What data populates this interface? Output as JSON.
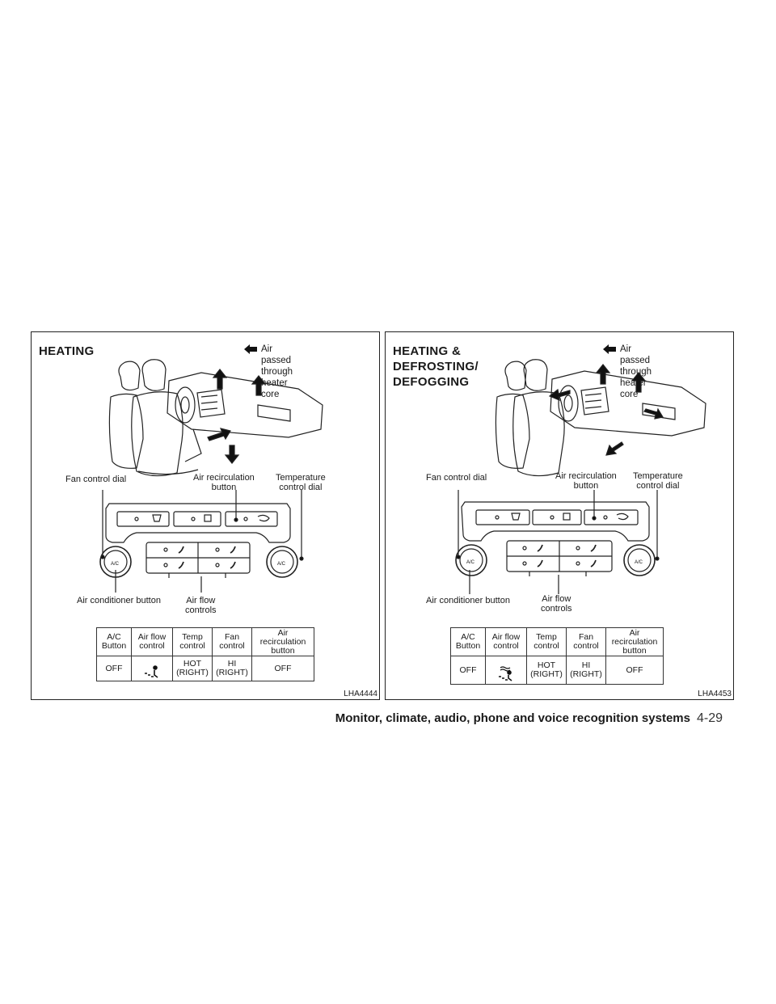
{
  "panels": [
    {
      "title": "HEATING",
      "legend": "Air passed through\nheater core",
      "labels": {
        "fan_dial": "Fan control dial",
        "air_recirc": "Air recirculation\nbutton",
        "temp_dial": "Temperature\ncontrol dial",
        "ac_button": "Air conditioner button",
        "air_flow": "Air flow\ncontrols"
      },
      "table": {
        "headers": [
          "A/C\nButton",
          "Air flow\ncontrol",
          "Temp\ncontrol",
          "Fan\ncontrol",
          "Air\nrecirculation\nbutton"
        ],
        "row": [
          "OFF",
          "",
          "HOT\n(RIGHT)",
          "HI\n(RIGHT)",
          "OFF"
        ],
        "row_icon": "floor-vent-icon"
      },
      "code": "LHA4444"
    },
    {
      "title": "HEATING &\nDEFROSTING/\nDEFOGGING",
      "legend": "Air passed through\nheater core",
      "labels": {
        "fan_dial": "Fan control dial",
        "air_recirc": "Air recirculation\nbutton",
        "temp_dial": "Temperature\ncontrol dial",
        "ac_button": "Air conditioner button",
        "air_flow": "Air flow\ncontrols"
      },
      "table": {
        "headers": [
          "A/C\nButton",
          "Air flow\ncontrol",
          "Temp\ncontrol",
          "Fan\ncontrol",
          "Air\nrecirculation\nbutton"
        ],
        "row": [
          "OFF",
          "",
          "HOT\n(RIGHT)",
          "HI\n(RIGHT)",
          "OFF"
        ],
        "row_icon": "floor-defrost-vent-icon"
      },
      "code": "LHA4453"
    }
  ],
  "footer": {
    "section": "Monitor, climate, audio, phone and voice recognition systems",
    "page": "4-29"
  },
  "control_panel": {
    "ac_label": "A/C"
  }
}
